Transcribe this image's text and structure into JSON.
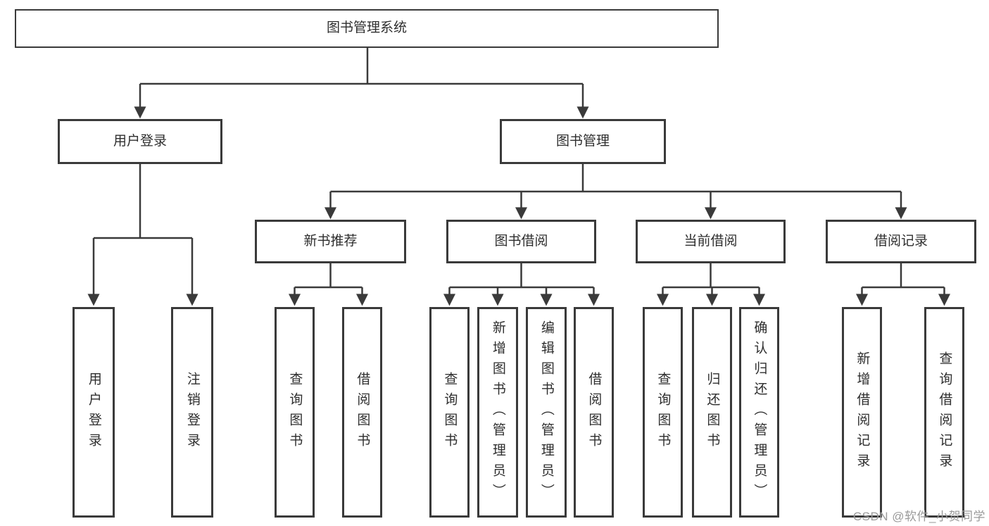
{
  "colors": {
    "line": "#3a3a3a",
    "text": "#2e2e2e",
    "wm": "#9a9a9a",
    "bg": "#ffffff"
  },
  "watermark": "CSDN @软件_小贺同学",
  "nodes": {
    "root": "图书管理系统",
    "l2": {
      "user_login": "用户登录",
      "book_mgmt": "图书管理"
    },
    "l3": {
      "new_rec": "新书推荐",
      "borrow": "图书借阅",
      "current": "当前借阅",
      "records": "借阅记录"
    },
    "leaves": {
      "login": "用户登录",
      "logout": "注销登录",
      "rec_query": "查询图书",
      "rec_borrow": "借阅图书",
      "bw_query": "查询图书",
      "bw_add": "新增图书（管理员）",
      "bw_edit": "编辑图书（管理员）",
      "bw_borrow": "借阅图书",
      "cur_query": "查询图书",
      "cur_return": "归还图书",
      "cur_confirm": "确认归还（管理员）",
      "br_add": "新增借阅记录",
      "br_query": "查询借阅记录"
    }
  }
}
